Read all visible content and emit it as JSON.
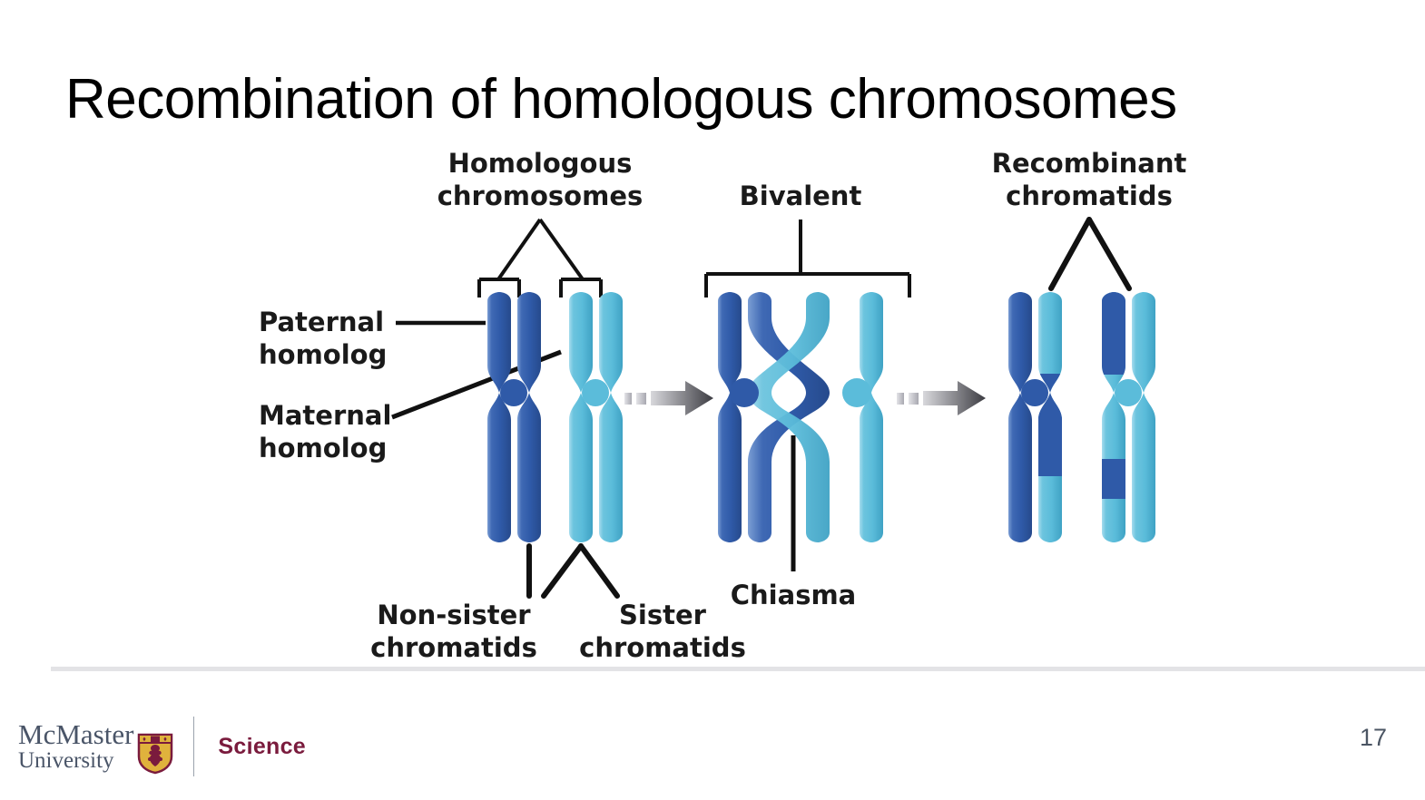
{
  "slide": {
    "title": "Recombination of homologous chromosomes",
    "page_number": "17"
  },
  "figure": {
    "labels": {
      "homologous_line1": "Homologous",
      "homologous_line2": "chromosomes",
      "bivalent": "Bivalent",
      "recombinant_line1": "Recombinant",
      "recombinant_line2": "chromatids",
      "paternal_line1": "Paternal",
      "paternal_line2": "homolog",
      "maternal_line1": "Maternal",
      "maternal_line2": "homolog",
      "nonsister_line1": "Non-sister",
      "nonsister_line2": "chromatids",
      "sister_line1": "Sister",
      "sister_line2": "chromatids",
      "chiasma": "Chiasma"
    },
    "colors": {
      "paternal_dark_blue": "#2f5aa8",
      "maternal_light_blue": "#5bbcda",
      "label_black": "#1a1a1a",
      "arrow_dark": "#4a4a4f"
    },
    "stages": [
      {
        "name": "homologous-chromosomes",
        "caption": "Homologous chromosomes"
      },
      {
        "name": "bivalent",
        "caption": "Bivalent"
      },
      {
        "name": "recombinant-chromatids",
        "caption": "Recombinant chromatids"
      }
    ]
  },
  "footer": {
    "university_line1": "McMaster",
    "university_line2": "University",
    "faculty": "Science",
    "brand_color": "#7a1b3d",
    "crest_gold": "#e0b23c",
    "crest_maroon": "#7a1b3d"
  }
}
